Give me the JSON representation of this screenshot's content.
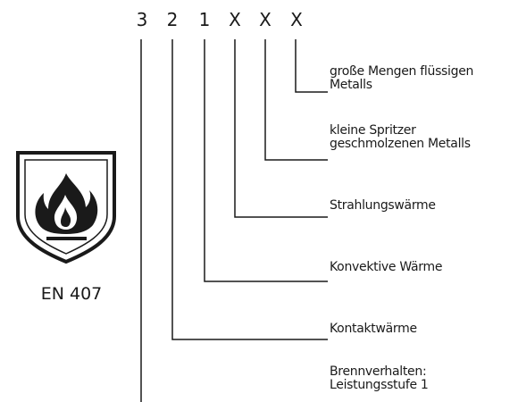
{
  "code_digits": [
    "3",
    "2",
    "1",
    "X",
    "X",
    "X"
  ],
  "labels": [
    "große Mengen flüssigen\nMetalls",
    "kleine Spritzer\ngeschmolzenen Metalls",
    "Strahlungswärme",
    "Konvektive Wärme",
    "Kontaktwärme",
    "Brennverhalten:\nLeistungsstufe 1"
  ],
  "emblem": {
    "icon": "flame-shield-icon",
    "standard": "EN 407"
  },
  "colors": {
    "ink": "#1a1a1a",
    "background": "#ffffff"
  }
}
